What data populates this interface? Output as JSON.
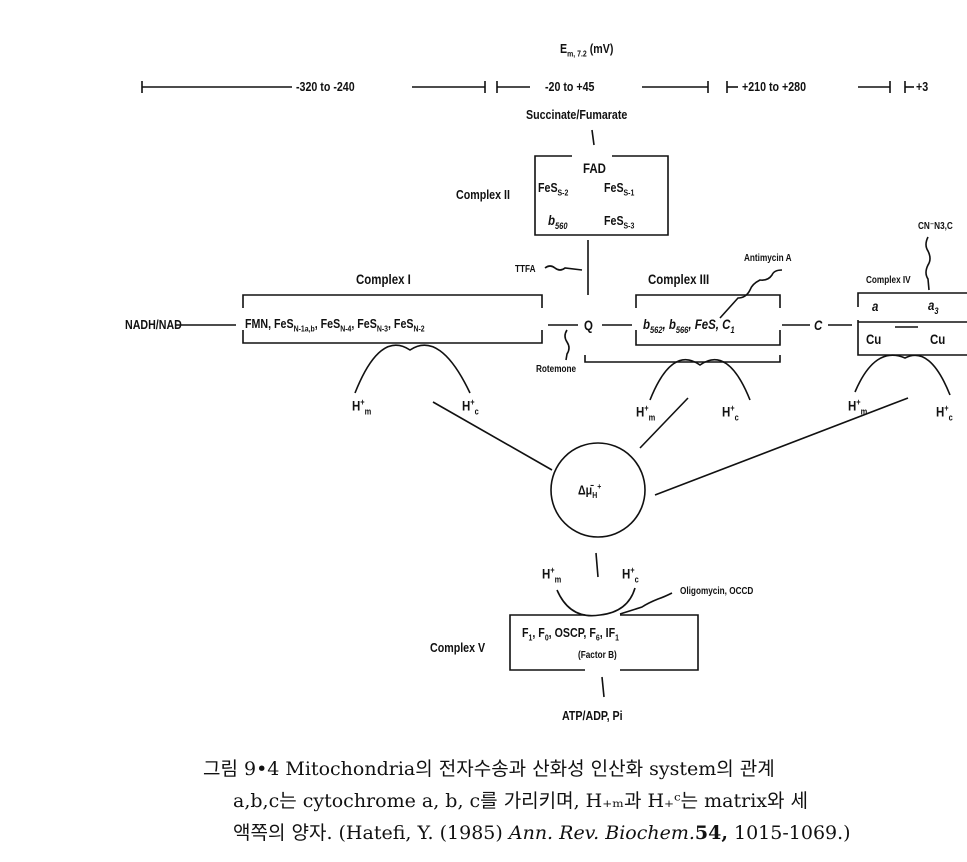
{
  "diagram": {
    "em_label": {
      "main": "E",
      "sub": "m, 7.2",
      "unit": "(mV)"
    },
    "potential_ranges": [
      "-320 to -240",
      "-20 to +45",
      "+210 to +280",
      "+3"
    ],
    "succinate": "Succinate/Fumarate",
    "complex2": {
      "label": "Complex II",
      "fad": "FAD",
      "fes_s2": [
        "FeS",
        "S-2"
      ],
      "fes_s1": [
        "FeS",
        "S-1"
      ],
      "b560": [
        "b",
        "560"
      ],
      "fes_s3": [
        "FeS",
        "S-3"
      ]
    },
    "ttfa": "TTFA",
    "complex1": {
      "label": "Complex I",
      "content": [
        "FMN, FeS",
        "N-1a,b",
        ", FeS",
        "N-4",
        ", FeS",
        "N-3",
        ", FeS",
        "N-2"
      ]
    },
    "nadh": "NADH/NAD",
    "q": "Q",
    "rotenone": "Rotemone",
    "complex3": {
      "label": "Complex III",
      "content": [
        "b",
        "562",
        ", b",
        "566",
        ", FeS, C",
        "1"
      ]
    },
    "antimycin": "Antimycin A",
    "c": "C",
    "complex4": {
      "label": "Complex IV",
      "a": "a",
      "a3": [
        "a",
        "3"
      ],
      "cu1": "Cu",
      "cu2": "Cu"
    },
    "inhibitor4": "CN⁻N3,C",
    "protons": {
      "hm": [
        "H",
        "+",
        "m"
      ],
      "hc": [
        "H",
        "+",
        "c"
      ]
    },
    "pmf": {
      "main": "Δμ̄",
      "sub": "H",
      "sup": "+"
    },
    "oligomycin": "Oligomycin, OCCD",
    "complex5": {
      "label": "Complex V",
      "content": [
        "F",
        "1",
        ", F",
        "0",
        ", OSCP, F",
        "6",
        ", IF",
        "1"
      ],
      "factor": "(Factor B)"
    },
    "atp": "ATP/ADP, Pi"
  },
  "caption": {
    "line1": "그림 9•4  Mitochondria의 전자수송과 산화성 인산화 system의 관계",
    "line2": "a,b,c는 cytochrome a, b, c를 가리키며,  H₊ₘ과 H₊ᶜ는 matrix와 세",
    "line3_a": "액쪽의 양자.  (Hatefi, Y. (1985) ",
    "line3_journal": "Ann. Rev. Biochem.",
    "line3_vol": "54,",
    "line3_pages": " 1015-1069.)"
  }
}
